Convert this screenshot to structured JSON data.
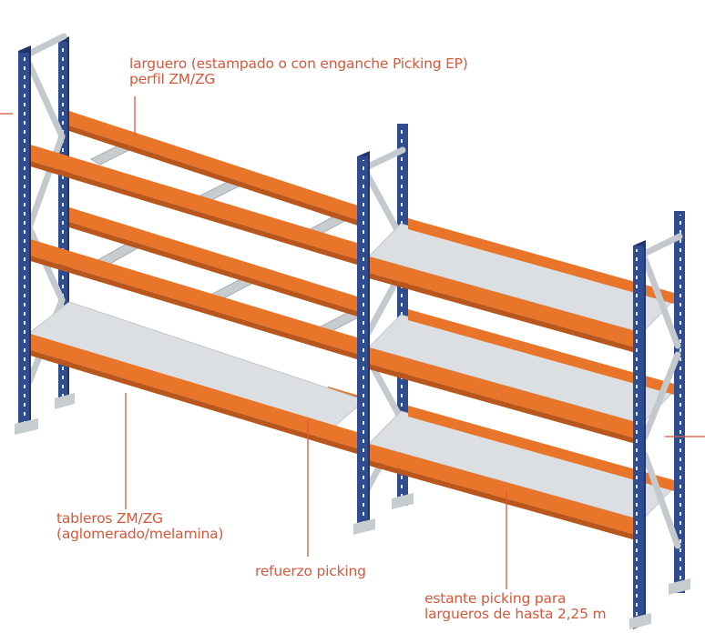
{
  "colors": {
    "label_text": "#d9573a",
    "leader_line": "#d9573a",
    "upright_frame": "#2f4c8f",
    "upright_shadow": "#1f356b",
    "beam": "#e8752a",
    "beam_shadow": "#b8561c",
    "shelf_panel": "#dcdfe1",
    "support_bar": "#c7cccf",
    "brace": "#c3c9cd"
  },
  "labels": {
    "larguero": {
      "line1": "larguero (estampado o con enganche Picking EP)",
      "line2": "perfil ZM/ZG"
    },
    "tableros": {
      "line1": "tableros ZM/ZG",
      "line2": "(aglomerado/melamina)"
    },
    "refuerzo": {
      "line1": "refuerzo picking"
    },
    "estante": {
      "line1": "estante picking para",
      "line2": "largueros de hasta 2,25 m"
    }
  }
}
